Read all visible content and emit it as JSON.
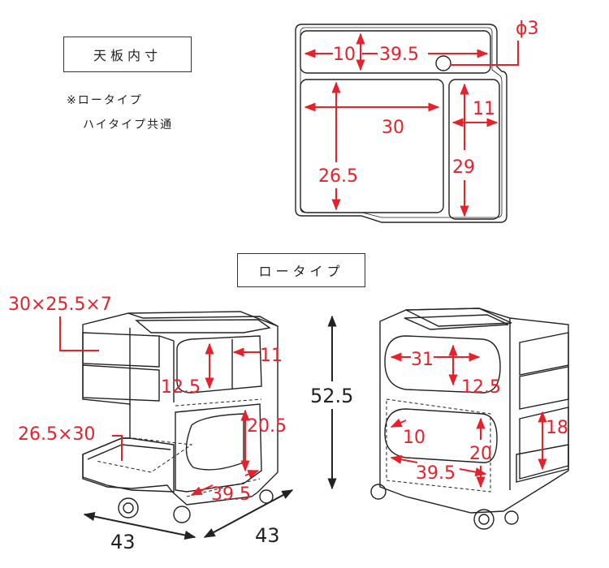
{
  "top_panel": {
    "title": "天板内寸",
    "note_line1": "※ロータイプ",
    "note_line2": "ハイタイプ共通",
    "dims": {
      "slot_depth": "10",
      "slot_width": "39.5",
      "hole": "ϕ3",
      "big_width": "30",
      "big_depth": "26.5",
      "small_width": "11",
      "small_depth": "29"
    }
  },
  "low_type": {
    "title": "ロータイプ",
    "dims": {
      "drawer": "30×25.5×7",
      "tray": "26.5×30",
      "pocket_width": "11",
      "pocket_height": "12.5",
      "shelf_height": "20.5",
      "shelf_width": "39.5",
      "total_height": "52.5",
      "base_depth": "43",
      "base_width": "43",
      "back_oval": "31",
      "back_oval_height": "12.5",
      "back_shelf_depth": "10",
      "back_shelf_height": "20",
      "back_shelf_width": "39.5",
      "side_height": "18"
    }
  },
  "colors": {
    "dimension": "#e8202a",
    "outline": "#222222"
  }
}
